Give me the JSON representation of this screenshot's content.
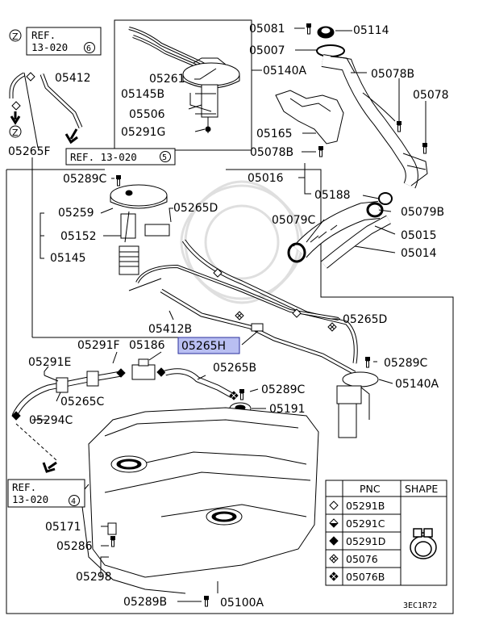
{
  "diagram": {
    "code": "3EC1R72",
    "refs": [
      {
        "symbol": "Z",
        "line1": "REF.",
        "line2": "13-020",
        "num": "6"
      },
      {
        "line1": "REF. 13-020",
        "num": "5"
      },
      {
        "line1": "REF.",
        "line2": "13-020",
        "num": "4"
      }
    ],
    "z_marker": "Z",
    "parts": [
      {
        "id": "05081",
        "label": "05081"
      },
      {
        "id": "05114",
        "label": "05114"
      },
      {
        "id": "05007",
        "label": "05007"
      },
      {
        "id": "05261",
        "label": "05261"
      },
      {
        "id": "05140A_top",
        "label": "05140A"
      },
      {
        "id": "05078B_a",
        "label": "05078B"
      },
      {
        "id": "05078",
        "label": "05078"
      },
      {
        "id": "05412",
        "label": "05412"
      },
      {
        "id": "05145B",
        "label": "05145B"
      },
      {
        "id": "05506",
        "label": "05506"
      },
      {
        "id": "05291G",
        "label": "05291G"
      },
      {
        "id": "05165",
        "label": "05165"
      },
      {
        "id": "05265F",
        "label": "05265F"
      },
      {
        "id": "05078B_b",
        "label": "05078B"
      },
      {
        "id": "05016",
        "label": "05016"
      },
      {
        "id": "05289C_a",
        "label": "05289C"
      },
      {
        "id": "05188",
        "label": "05188"
      },
      {
        "id": "05259",
        "label": "05259"
      },
      {
        "id": "05265D_a",
        "label": "05265D"
      },
      {
        "id": "05079C",
        "label": "05079C"
      },
      {
        "id": "05079B",
        "label": "05079B"
      },
      {
        "id": "05152",
        "label": "05152"
      },
      {
        "id": "05015",
        "label": "05015"
      },
      {
        "id": "05145",
        "label": "05145"
      },
      {
        "id": "05014",
        "label": "05014"
      },
      {
        "id": "05265D_b",
        "label": "05265D"
      },
      {
        "id": "05412B",
        "label": "05412B"
      },
      {
        "id": "05291F",
        "label": "05291F"
      },
      {
        "id": "05186",
        "label": "05186"
      },
      {
        "id": "05265H",
        "label": "05265H"
      },
      {
        "id": "05289C_b",
        "label": "05289C"
      },
      {
        "id": "05291E",
        "label": "05291E"
      },
      {
        "id": "05265B",
        "label": "05265B"
      },
      {
        "id": "05140A_bot",
        "label": "05140A"
      },
      {
        "id": "05289C_c",
        "label": "05289C"
      },
      {
        "id": "05265C",
        "label": "05265C"
      },
      {
        "id": "05191",
        "label": "05191"
      },
      {
        "id": "05294C",
        "label": "05294C"
      },
      {
        "id": "05171",
        "label": "05171"
      },
      {
        "id": "05286",
        "label": "05286"
      },
      {
        "id": "05298",
        "label": "05298"
      },
      {
        "id": "05289B",
        "label": "05289B"
      },
      {
        "id": "05100A",
        "label": "05100A"
      }
    ],
    "legend": {
      "headers": [
        "PNC",
        "SHAPE"
      ],
      "rows": [
        {
          "symbol": "diamond-outline",
          "pnc": "05291B"
        },
        {
          "symbol": "diamond-half",
          "pnc": "05291C"
        },
        {
          "symbol": "diamond-filled",
          "pnc": "05291D"
        },
        {
          "symbol": "diamond-cross-outline",
          "pnc": "05076"
        },
        {
          "symbol": "diamond-cross-filled",
          "pnc": "05076B"
        }
      ],
      "shape_icon": "hose-clamp-icon"
    }
  }
}
